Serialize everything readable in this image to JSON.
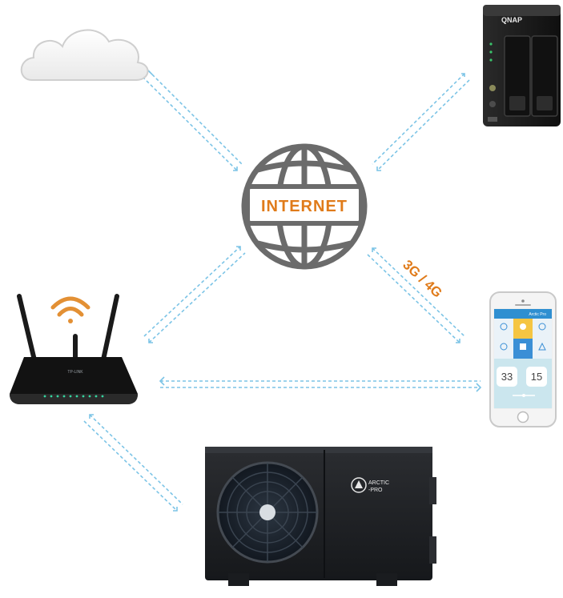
{
  "diagram": {
    "center_label": "INTERNET",
    "connection_label": "3G / 4G",
    "nas": {
      "brand": "QNAP"
    },
    "router": {
      "brand": "TP-LINK"
    },
    "heat_pump": {
      "brand_line1": "ARCTIC",
      "brand_line2": "-PRO"
    },
    "phone": {
      "app_title": "Arctic Pro",
      "value_left": "33",
      "value_right": "15"
    }
  },
  "colors": {
    "connector": "#7cc4e6",
    "accent": "#e07b1a",
    "globe": "#6b6b6b"
  },
  "icons": [
    "cloud-icon",
    "globe-icon",
    "wifi-icon",
    "router-icon",
    "nas-icon",
    "smartphone-icon",
    "heat-pump-icon"
  ]
}
